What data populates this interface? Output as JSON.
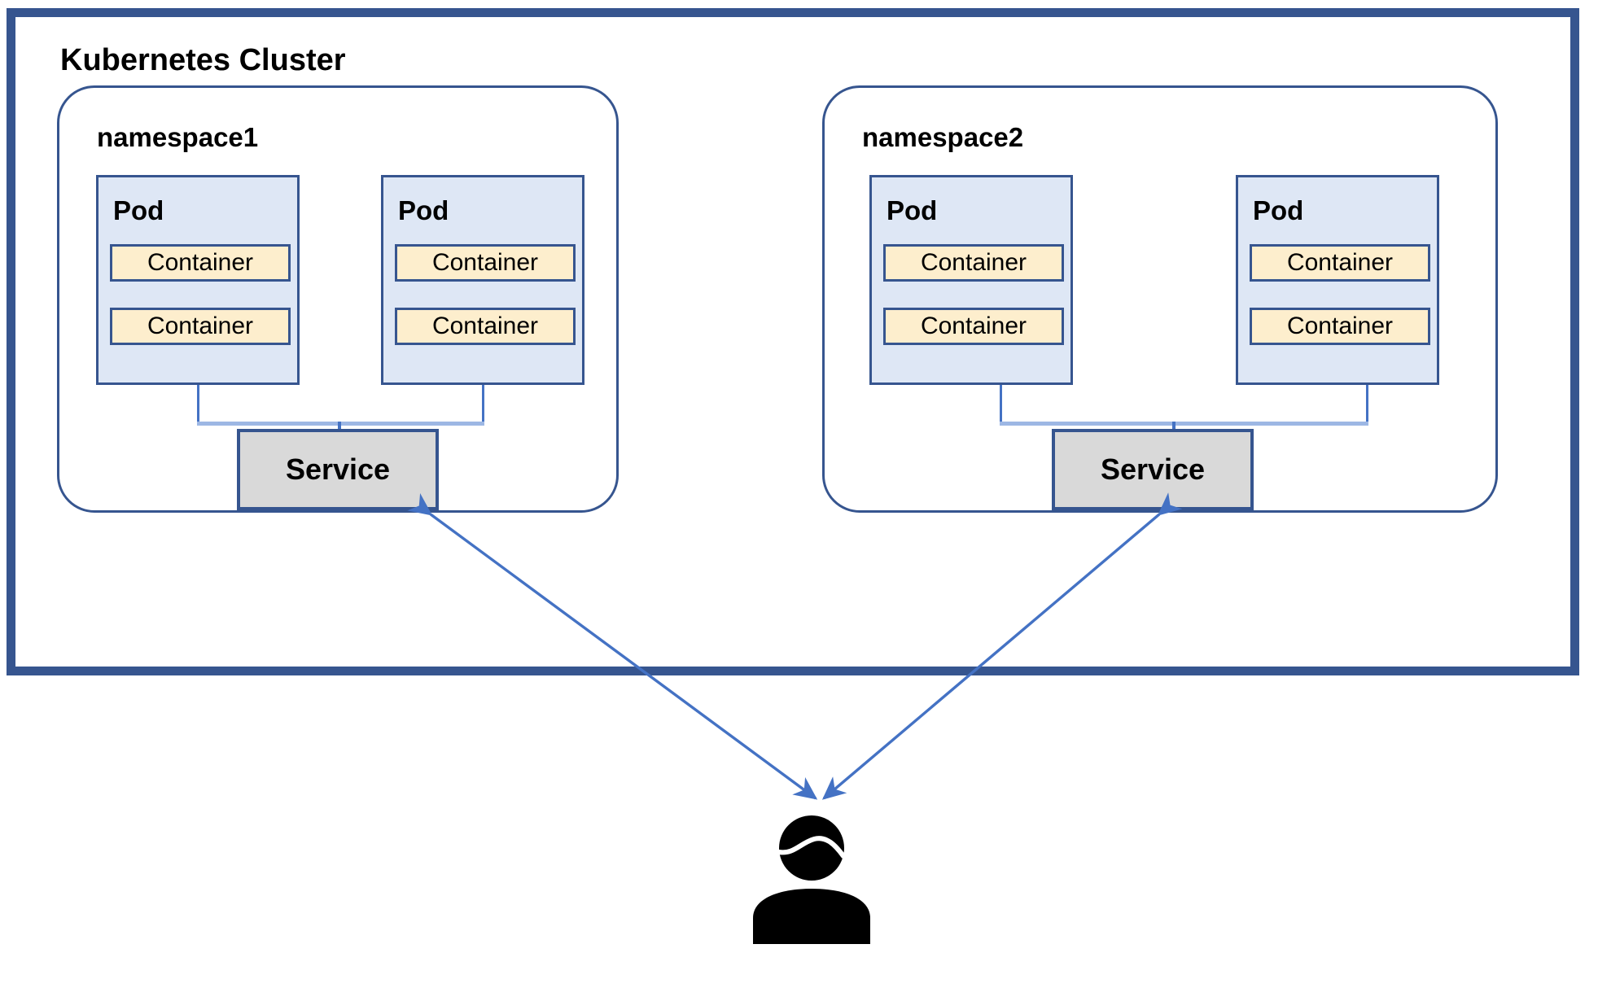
{
  "diagram": {
    "title": "Kubernetes Cluster",
    "type": "architecture-diagram",
    "colors": {
      "cluster_border": "#36558f",
      "namespace_border": "#36558f",
      "pod_fill": "#dee7f5",
      "pod_border": "#36558f",
      "container_fill": "#fdeecd",
      "container_border": "#36558f",
      "service_fill": "#d9d9d9",
      "service_border": "#36558f",
      "connector_line": "#4472c4",
      "connector_bar": "#9db7e4",
      "arrow": "#4472c4",
      "user_icon": "#000000",
      "background": "#ffffff"
    },
    "namespaces": [
      {
        "label": "namespace1",
        "pods": [
          {
            "label": "Pod",
            "containers": [
              {
                "label": "Container"
              },
              {
                "label": "Container"
              }
            ]
          },
          {
            "label": "Pod",
            "containers": [
              {
                "label": "Container"
              },
              {
                "label": "Container"
              }
            ]
          }
        ],
        "service": {
          "label": "Service"
        }
      },
      {
        "label": "namespace2",
        "pods": [
          {
            "label": "Pod",
            "containers": [
              {
                "label": "Container"
              },
              {
                "label": "Container"
              }
            ]
          },
          {
            "label": "Pod",
            "containers": [
              {
                "label": "Container"
              },
              {
                "label": "Container"
              }
            ]
          }
        ],
        "service": {
          "label": "Service"
        }
      }
    ],
    "actor": {
      "icon": "user-icon",
      "label": ""
    },
    "connections": [
      {
        "from": "namespace1.service",
        "to": "actor",
        "style": "double-arrow"
      },
      {
        "from": "namespace2.service",
        "to": "actor",
        "style": "double-arrow"
      }
    ]
  }
}
